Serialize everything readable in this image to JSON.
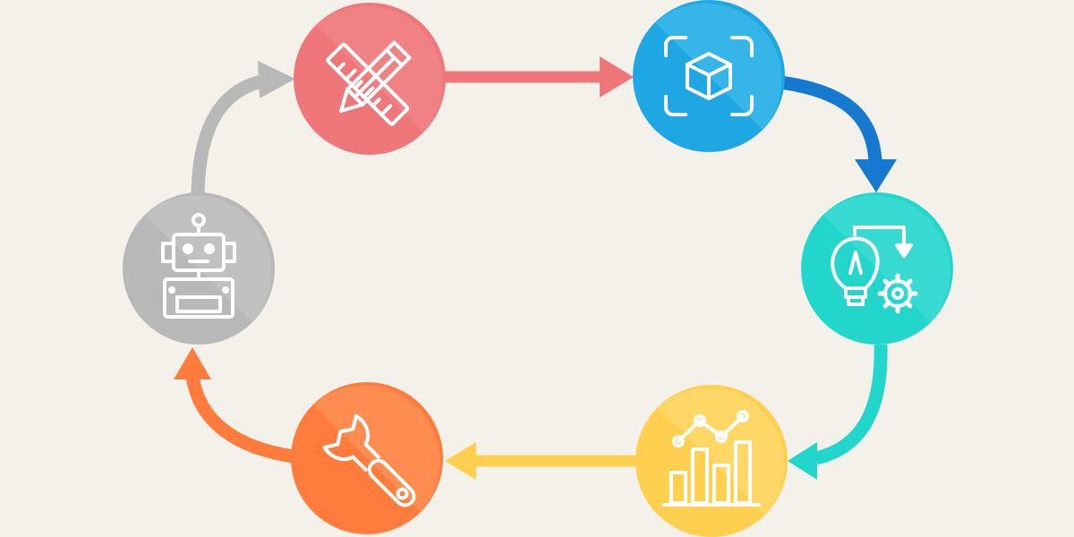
{
  "diagram": {
    "type": "cycle",
    "direction": "clockwise",
    "colors": {
      "background": "#f3f1ea",
      "design": "#ef7779",
      "model": "#1fa7e3",
      "model_arrow": "#1479cf",
      "optimize": "#22d6cc",
      "analyze": "#ffd04f",
      "maintain": "#ff7c3c",
      "automate": "#b8b8b8"
    },
    "stages": [
      {
        "id": "design",
        "icon": "pencil-ruler-icon"
      },
      {
        "id": "model",
        "icon": "3d-cube-scan-icon"
      },
      {
        "id": "optimize",
        "icon": "lightbulb-gear-icon"
      },
      {
        "id": "analyze",
        "icon": "bar-line-chart-icon"
      },
      {
        "id": "maintain",
        "icon": "wrench-icon"
      },
      {
        "id": "automate",
        "icon": "robot-icon"
      }
    ]
  }
}
